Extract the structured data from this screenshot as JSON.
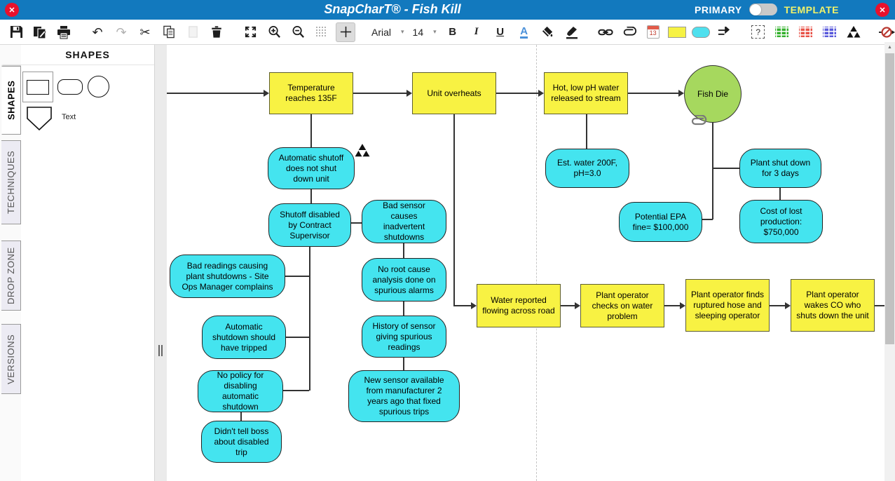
{
  "titlebar": {
    "title": "SnapCharT® - Fish Kill",
    "mode_primary": "PRIMARY",
    "mode_template": "TEMPLATE",
    "toggle_state": "primary"
  },
  "toolbar": {
    "font_family": "Arial",
    "font_size": "14",
    "bold_label": "B",
    "italic_label": "I",
    "underline_label": "U",
    "font_color_label": "A",
    "calendar_day": "13",
    "help_label": "?"
  },
  "icons": {
    "close": "✕",
    "caret_down": "▾",
    "undo": "↶",
    "redo": "↷",
    "cut": "✂",
    "gear": "⚙",
    "scroll_up": "▲"
  },
  "sidebar": {
    "header": "SHAPES",
    "tabs": [
      {
        "label": "SHAPES",
        "active": true
      },
      {
        "label": "TECHNIQUES",
        "active": false
      },
      {
        "label": "DROP ZONE",
        "active": false
      },
      {
        "label": "VERSIONS",
        "active": false
      }
    ],
    "text_tool_label": "Text"
  },
  "colors": {
    "titlebar_blue": "#1279BE",
    "event_fill": "#F8F243",
    "condition_fill": "#44E4EF",
    "outcome_fill": "#A6D85E",
    "template_label_yellow": "#F2F269",
    "close_red": "#E8112D"
  },
  "flowchart": {
    "nodes": [
      {
        "id": "temperature",
        "type": "event",
        "label": "Temperature reaches 135F"
      },
      {
        "id": "unit-overheats",
        "type": "event",
        "label": "Unit overheats"
      },
      {
        "id": "hot-water",
        "type": "event",
        "label": "Hot, low pH water released to stream"
      },
      {
        "id": "fish-die",
        "type": "outcome",
        "label": "Fish Die"
      },
      {
        "id": "auto-shutoff",
        "type": "condition",
        "label": "Automatic shutoff does not shut down unit"
      },
      {
        "id": "shutoff-disabled",
        "type": "condition",
        "label": "Shutoff disabled by Contract Supervisor"
      },
      {
        "id": "bad-sensor",
        "type": "condition",
        "label": "Bad sensor causes inadvertent shutdowns"
      },
      {
        "id": "bad-readings",
        "type": "condition",
        "label": "Bad readings causing plant shutdowns - Site Ops Manager complains"
      },
      {
        "id": "no-root-cause",
        "type": "condition",
        "label": "No root cause analysis done on spurious alarms"
      },
      {
        "id": "auto-should-trip",
        "type": "condition",
        "label": "Automatic shutdown should have tripped"
      },
      {
        "id": "history-sensor",
        "type": "condition",
        "label": "History of sensor giving spurious readings"
      },
      {
        "id": "no-policy",
        "type": "condition",
        "label": "No policy for disabling automatic shutdown"
      },
      {
        "id": "new-sensor",
        "type": "condition",
        "label": "New sensor available from manufacturer 2 years ago that fixed spurious trips"
      },
      {
        "id": "didnt-tell",
        "type": "condition",
        "label": "Didn't tell boss about disabled trip"
      },
      {
        "id": "est-water",
        "type": "condition",
        "label": "Est. water 200F, pH=3.0"
      },
      {
        "id": "plant-shutdown",
        "type": "condition",
        "label": "Plant shut down for 3 days"
      },
      {
        "id": "epa-fine",
        "type": "condition",
        "label": "Potential EPA fine= $100,000"
      },
      {
        "id": "cost-production",
        "type": "condition",
        "label": "Cost of lost production: $750,000"
      },
      {
        "id": "water-reported",
        "type": "event",
        "label": "Water reported flowing across road"
      },
      {
        "id": "operator-checks",
        "type": "event",
        "label": "Plant operator checks on water problem"
      },
      {
        "id": "finds-hose",
        "type": "event",
        "label": "Plant operator finds ruptured hose and sleeping operator"
      },
      {
        "id": "wakes-co",
        "type": "event",
        "label": "Plant operator wakes CO who shuts down the unit"
      }
    ]
  }
}
